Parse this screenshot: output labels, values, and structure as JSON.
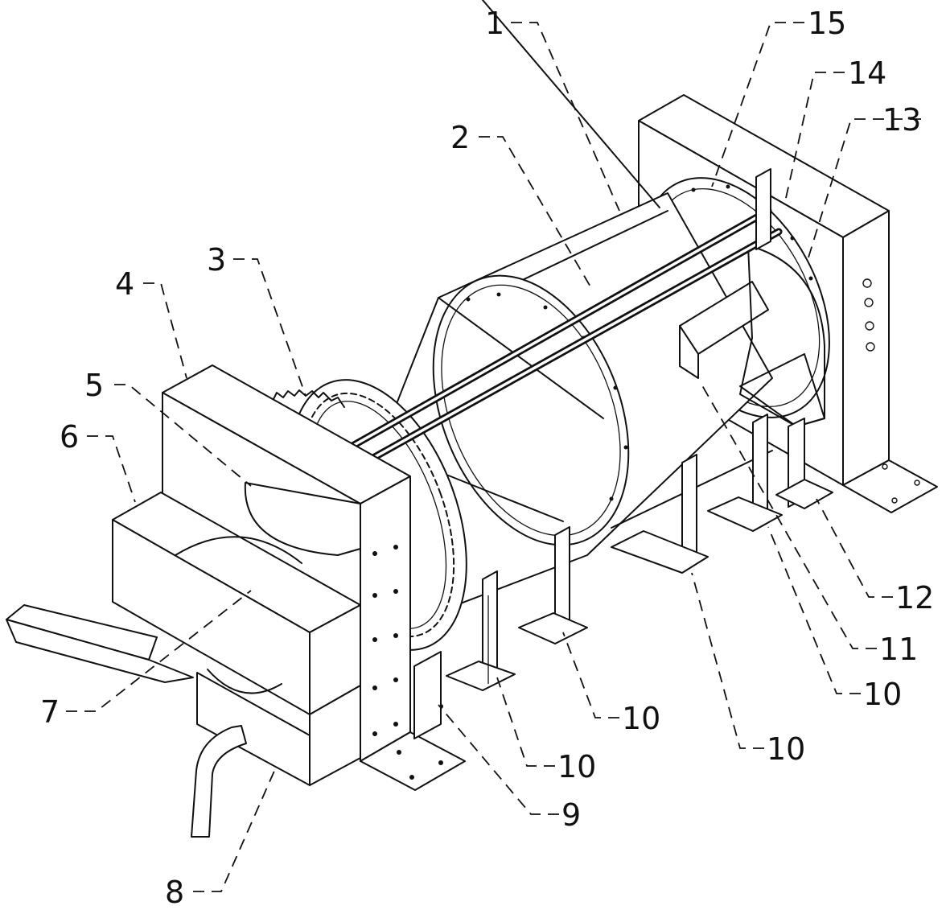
{
  "labels": [
    {
      "id": "1",
      "text": "1"
    },
    {
      "id": "2",
      "text": "2"
    },
    {
      "id": "3",
      "text": "3"
    },
    {
      "id": "4",
      "text": "4"
    },
    {
      "id": "5",
      "text": "5"
    },
    {
      "id": "6",
      "text": "6"
    },
    {
      "id": "7",
      "text": "7"
    },
    {
      "id": "8",
      "text": "8"
    },
    {
      "id": "9",
      "text": "9"
    },
    {
      "id": "10a",
      "text": "10"
    },
    {
      "id": "10b",
      "text": "10"
    },
    {
      "id": "10c",
      "text": "10"
    },
    {
      "id": "10d",
      "text": "10"
    },
    {
      "id": "11",
      "text": "11"
    },
    {
      "id": "12",
      "text": "12"
    },
    {
      "id": "13",
      "text": "13"
    },
    {
      "id": "14",
      "text": "14"
    },
    {
      "id": "15",
      "text": "15"
    }
  ]
}
